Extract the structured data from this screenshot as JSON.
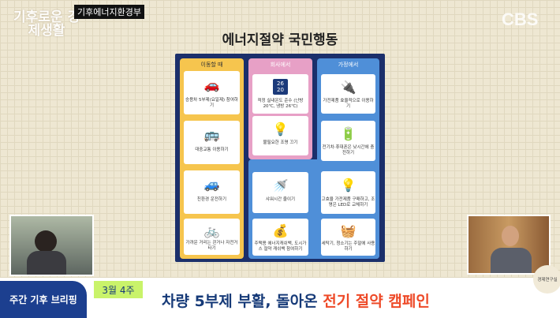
{
  "header": {
    "show_logo": "기후로운 경제생활",
    "ministry_caption": "기후에너지환경부",
    "broadcaster": "CBS"
  },
  "infographic": {
    "title": "에너지절약 국민행동",
    "columns": [
      {
        "label": "이동할 때",
        "color": "#f6c54e",
        "items": [
          "승용차 5부제(요일제) 참여하기",
          "대중교통 이용하기",
          "친환경 운전하기",
          "가까운 거리는 걷거나 자전거타기"
        ]
      },
      {
        "label": "회사에서",
        "color": "#e7a0c6",
        "items": [
          "적정 실내온도 준수 (난방 20℃, 냉방 26℃)",
          "불필요한 조명 끄기"
        ]
      },
      {
        "label": "가정에서",
        "color": "#4f8fd8",
        "items": [
          "가전제품 효율적으로 이용하기",
          "전기차·휴대폰은 낮시간에 충전하기",
          "고효율 가전제품 구매하고, 조명은 LED로 교체하기",
          "세탁기, 청소기는 주말에 사용하기"
        ]
      }
    ],
    "lower_items": [
      "샤워시간 줄이기",
      "주택용 에너지캐쉬백, 도시가스 절약 캐쉬백 참여하기"
    ],
    "thermostat": {
      "top": "26",
      "bottom": "20"
    }
  },
  "footer": {
    "segment": "주간 기후 브리핑",
    "week": "3월 4주",
    "headline_main": "차량 5부제 부활, 돌아온 ",
    "headline_highlight": "전기 절약 캠페인",
    "corner_badge": "경제연구실"
  },
  "colors": {
    "navy": "#1b2f6b",
    "accent_red": "#ee4a28",
    "headline_blue": "#163a78",
    "week_green": "#c9f36a"
  }
}
